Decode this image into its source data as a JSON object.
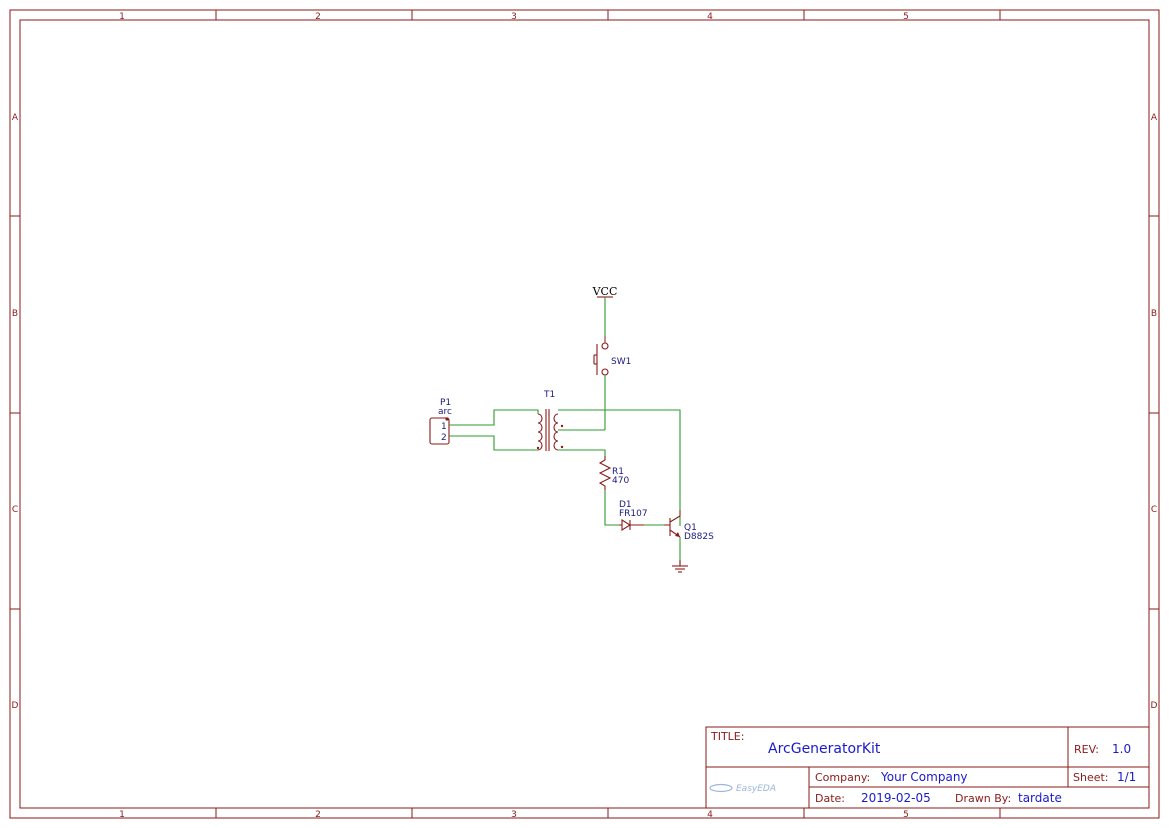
{
  "sheet": {
    "col_labels": [
      "1",
      "2",
      "3",
      "4",
      "5"
    ],
    "row_labels": [
      "A",
      "B",
      "C",
      "D"
    ]
  },
  "components": {
    "vcc": "VCC",
    "sw1": "SW1",
    "t1": "T1",
    "p1_ref": "P1",
    "p1_value": "arc",
    "p1_pin1": "1",
    "p1_pin2": "2",
    "r1_ref": "R1",
    "r1_value": "470",
    "d1_ref": "D1",
    "d1_value": "FR107",
    "q1_ref": "Q1",
    "q1_value": "D882S"
  },
  "title_block": {
    "title_label": "TITLE:",
    "title": "ArcGeneratorKit",
    "rev_label": "REV:",
    "rev": "1.0",
    "company_label": "Company:",
    "company": "Your Company",
    "sheet_label": "Sheet:",
    "sheet": "1/1",
    "date_label": "Date:",
    "date": "2019-02-05",
    "drawn_label": "Drawn By:",
    "drawn_by": "tardate",
    "logo": "EasyEDA"
  },
  "colors": {
    "frame": "#8b1a1a",
    "wire": "#2e9b2e",
    "ref_text": "#1a1a80",
    "value_text": "#1a1acc"
  }
}
